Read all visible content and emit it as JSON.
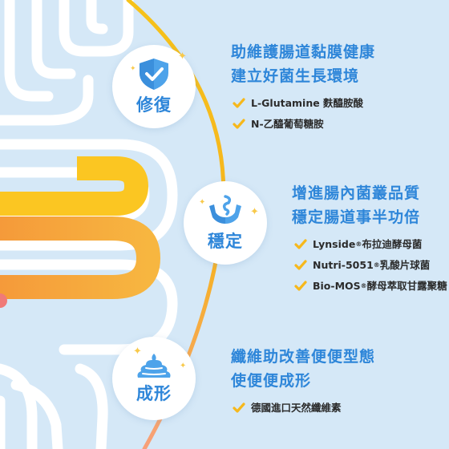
{
  "colors": {
    "background": "#d5e8f7",
    "accent_blue": "#2e86d9",
    "accent_yellow": "#f6c21a",
    "accent_orange": "#f58b3c",
    "text_dark": "#2b2b2b"
  },
  "sections": [
    {
      "icon": "shield-check-icon",
      "label": "修復",
      "headline": [
        "助維護腸道黏膜健康",
        "建立好菌生長環境"
      ],
      "items": [
        {
          "text": "L-Glutamine 麩醯胺酸"
        },
        {
          "text": "N-乙醯葡萄糖胺"
        }
      ]
    },
    {
      "icon": "hands-gut-icon",
      "label": "穩定",
      "headline": [
        "增進腸內菌叢品質",
        "穩定腸道事半功倍"
      ],
      "items": [
        {
          "text": "Lynside",
          "sup": "®",
          "rest": " 布拉迪酵母菌"
        },
        {
          "text": "Nutri-5051",
          "sup": "®",
          "rest": " 乳酸片球菌"
        },
        {
          "text": "Bio-MOS",
          "sup": "®",
          "rest": " 酵母萃取甘露聚糖"
        }
      ]
    },
    {
      "icon": "stool-icon",
      "label": "成形",
      "headline": [
        "纖維助改善便便型態",
        "使便便成形"
      ],
      "items": [
        {
          "text": "德國進口天然纖維素"
        }
      ]
    }
  ]
}
